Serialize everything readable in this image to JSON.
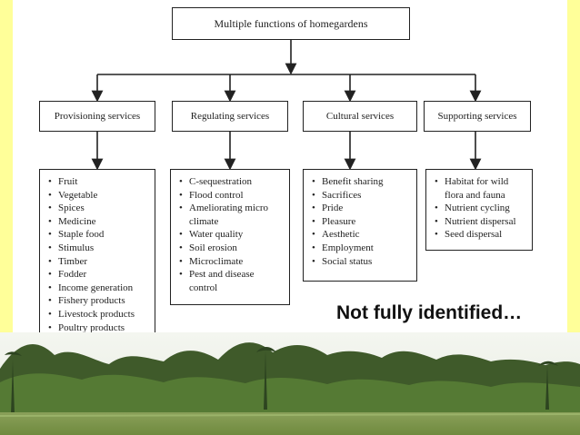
{
  "title": "Multiple functions of homegardens",
  "categories": [
    {
      "label": "Provisioning services",
      "items": [
        "Fruit",
        "Vegetable",
        "Spices",
        "Medicine",
        "Staple food",
        "Stimulus",
        "Timber",
        "Fodder",
        "Income generation",
        "Fishery products",
        "Livestock products",
        "Poultry products"
      ]
    },
    {
      "label": "Regulating services",
      "items": [
        "C-sequestration",
        "Flood control",
        "Ameliorating micro climate",
        "Water quality",
        "Soil erosion",
        "Microclimate",
        "Pest and disease control"
      ]
    },
    {
      "label": "Cultural services",
      "items": [
        "Benefit sharing",
        "Sacrifices",
        "Pride",
        "Pleasure",
        "Aesthetic",
        "Employment",
        "Social status"
      ]
    },
    {
      "label": "Supporting services",
      "items": [
        "Habitat for wild flora and fauna",
        "Nutrient cycling",
        "Nutrient dispersal",
        "Seed dispersal"
      ]
    }
  ],
  "caption": "Not fully identified…",
  "colors": {
    "side_band": "#ffff99",
    "line": "#222222"
  }
}
